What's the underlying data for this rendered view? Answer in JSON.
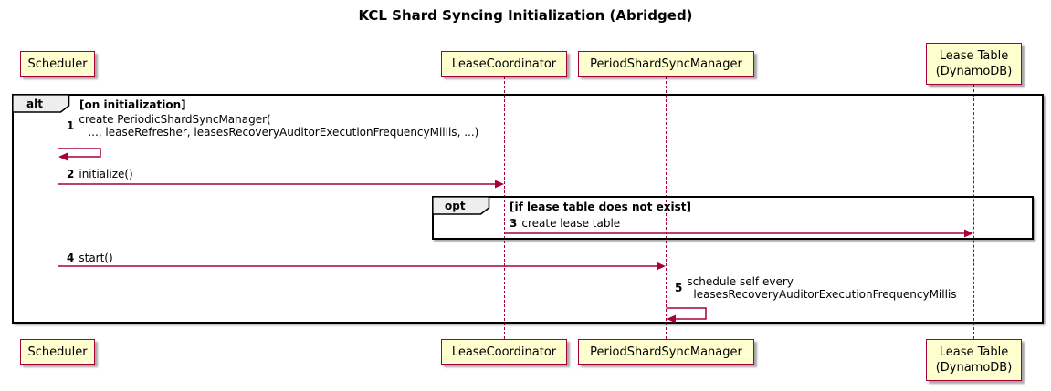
{
  "title": "KCL Shard Syncing Initialization (Abridged)",
  "colors": {
    "participant_fill": "#FEFECE",
    "participant_border": "#A80036",
    "arrow": "#A80036",
    "frame_border": "#000000",
    "frame_label_fill": "#EEEEEE"
  },
  "participants": [
    {
      "label": "Scheduler"
    },
    {
      "label": "LeaseCoordinator"
    },
    {
      "label": "PeriodShardSyncManager"
    },
    {
      "label": "Lease Table",
      "label2": "(DynamoDB)"
    }
  ],
  "frames": {
    "alt": {
      "operator": "alt",
      "condition": "[on initialization]"
    },
    "opt": {
      "operator": "opt",
      "condition": "[if lease table does not exist]"
    }
  },
  "messages": [
    {
      "num": "1",
      "line1": "create PeriodicShardSyncManager(",
      "line2": "..., leaseRefresher, leasesRecoveryAuditorExecutionFrequencyMillis, ...)"
    },
    {
      "num": "2",
      "text": "initialize()"
    },
    {
      "num": "3",
      "text": "create lease table"
    },
    {
      "num": "4",
      "text": "start()"
    },
    {
      "num": "5",
      "line1": "schedule self every",
      "line2": "leasesRecoveryAuditorExecutionFrequencyMillis"
    }
  ]
}
